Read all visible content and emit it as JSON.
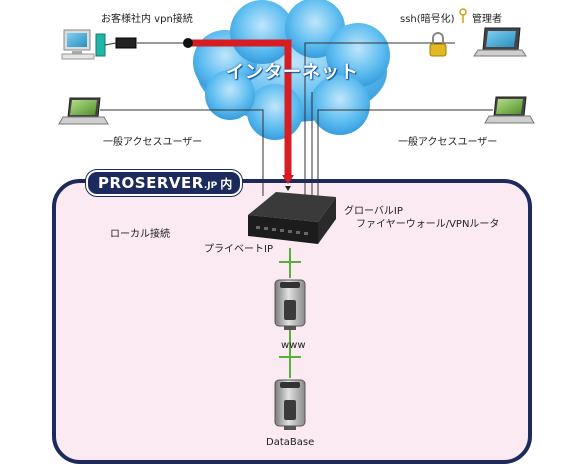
{
  "cloud": {
    "label": "インターネット"
  },
  "nodes": {
    "vpn_client": {
      "label": "お客様社内 vpn接続"
    },
    "ssh_admin": {
      "label": "ssh(暗号化)",
      "label2": "管理者"
    },
    "user_left": {
      "label": "一般アクセスユーザー"
    },
    "user_right": {
      "label": "一般アクセスユーザー"
    },
    "router": {
      "label1": "グローバルIP",
      "label2": "ファイヤーウォール/VPNルータ",
      "private_ip": "プライベートIP"
    },
    "www": {
      "label": "www"
    },
    "database": {
      "label": "DataBase"
    }
  },
  "zone": {
    "tab_big": "PROSERVER",
    "tab_small": ".JP",
    "tab_kanji": "内",
    "local_label": "ローカル接続"
  },
  "colors": {
    "zone_border": "#1d2a5e",
    "zone_fill": "#fbeaf2",
    "vpn_line": "#d81c24",
    "lan_line": "#55b03a",
    "cloud": "#3fa6e6"
  }
}
